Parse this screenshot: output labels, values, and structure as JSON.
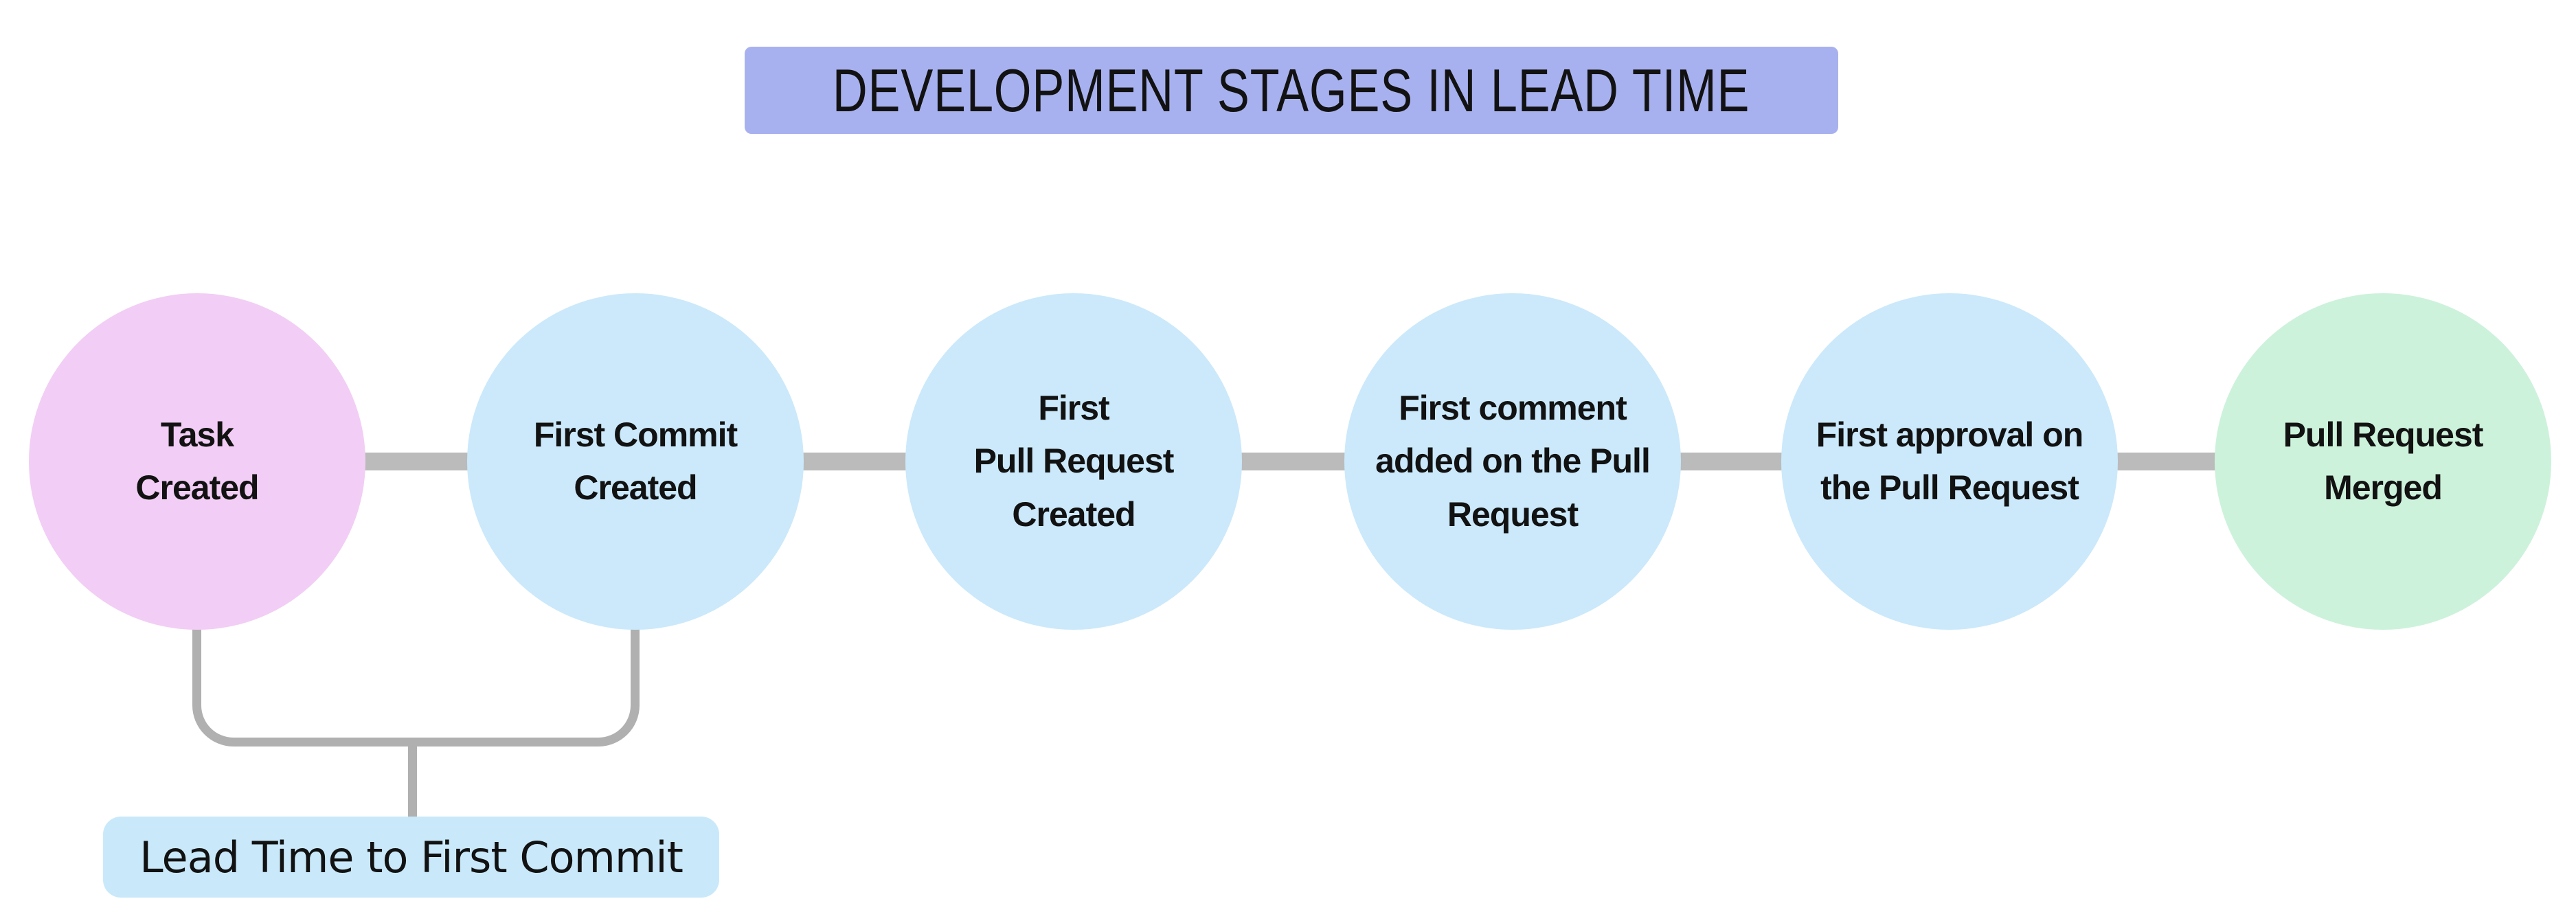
{
  "title": {
    "text": "DEVELOPMENT STAGES IN LEAD TIME",
    "bg_color": "#a8b1ef"
  },
  "stages": [
    {
      "id": "task-created",
      "lines": [
        "Task",
        "Created"
      ],
      "fill_color": "#f2cdf5",
      "role": "start"
    },
    {
      "id": "first-commit-created",
      "lines": [
        "First Commit",
        "Created"
      ],
      "fill_color": "#cbe9fb",
      "role": "middle"
    },
    {
      "id": "first-pull-request-created",
      "lines": [
        "First",
        "Pull Request",
        "Created"
      ],
      "fill_color": "#cbe9fb",
      "role": "middle"
    },
    {
      "id": "first-comment-added",
      "lines": [
        "First comment",
        "added on the Pull",
        "Request"
      ],
      "fill_color": "#cbe9fb",
      "role": "middle"
    },
    {
      "id": "first-approval",
      "lines": [
        "First approval on",
        "the Pull Request"
      ],
      "fill_color": "#cbe9fb",
      "role": "middle"
    },
    {
      "id": "pull-request-merged",
      "lines": [
        "Pull Request",
        "Merged"
      ],
      "fill_color": "#cdf2db",
      "role": "end"
    }
  ],
  "annotation": {
    "label": "Lead Time to First Commit",
    "bg_color": "#c9e9fb"
  },
  "palette": {
    "connector": "#bbbbbb",
    "bracket": "#b0b0b0",
    "text": "#121212",
    "background": "#ffffff"
  }
}
